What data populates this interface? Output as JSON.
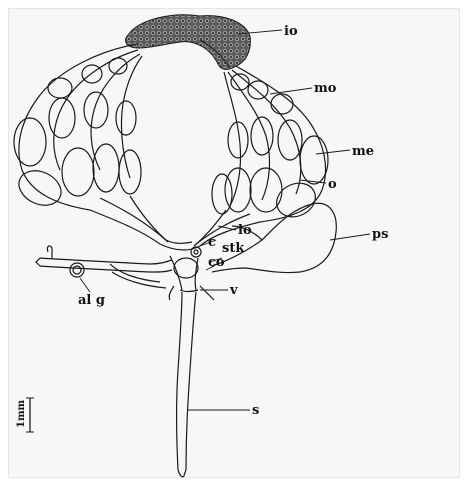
{
  "figure": {
    "labels": {
      "io": "io",
      "mo": "mo",
      "me": "me",
      "o": "o",
      "lo": "lo",
      "ps": "ps",
      "c": "c",
      "stk": "stk",
      "co": "co",
      "al_g": "al g",
      "v": "v",
      "s": "s"
    },
    "scale_bar": "1mm"
  },
  "colors": {
    "ink": "#1a1a1a",
    "paper": "#f7f7f5"
  }
}
